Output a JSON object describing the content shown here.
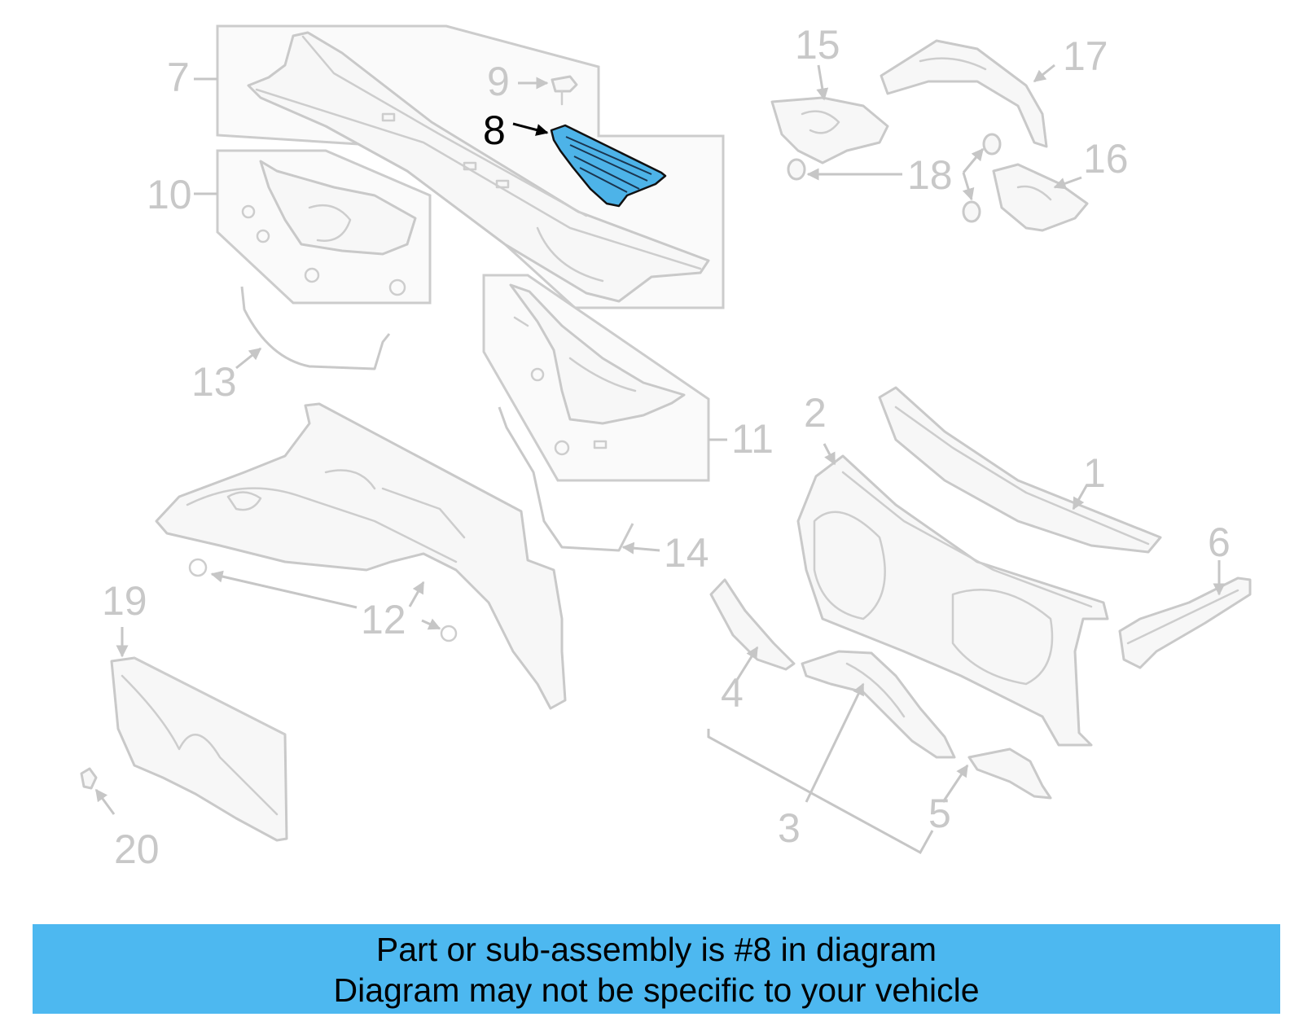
{
  "callouts": {
    "n1": "1",
    "n2": "2",
    "n3": "3",
    "n4": "4",
    "n5": "5",
    "n6": "6",
    "n7": "7",
    "n8": "8",
    "n9": "9",
    "n10": "10",
    "n11": "11",
    "n12": "12",
    "n13": "13",
    "n14": "14",
    "n15": "15",
    "n16": "16",
    "n17": "17",
    "n18": "18",
    "n19": "19",
    "n20": "20"
  },
  "highlighted_part": "8",
  "colors": {
    "highlight": "#4db3e8",
    "banner": "#4db8f0",
    "inactive": "#c8c8c8"
  },
  "banner": {
    "line1": "Part or sub-assembly is #8 in diagram",
    "line2": "Diagram may not be specific to your vehicle"
  }
}
